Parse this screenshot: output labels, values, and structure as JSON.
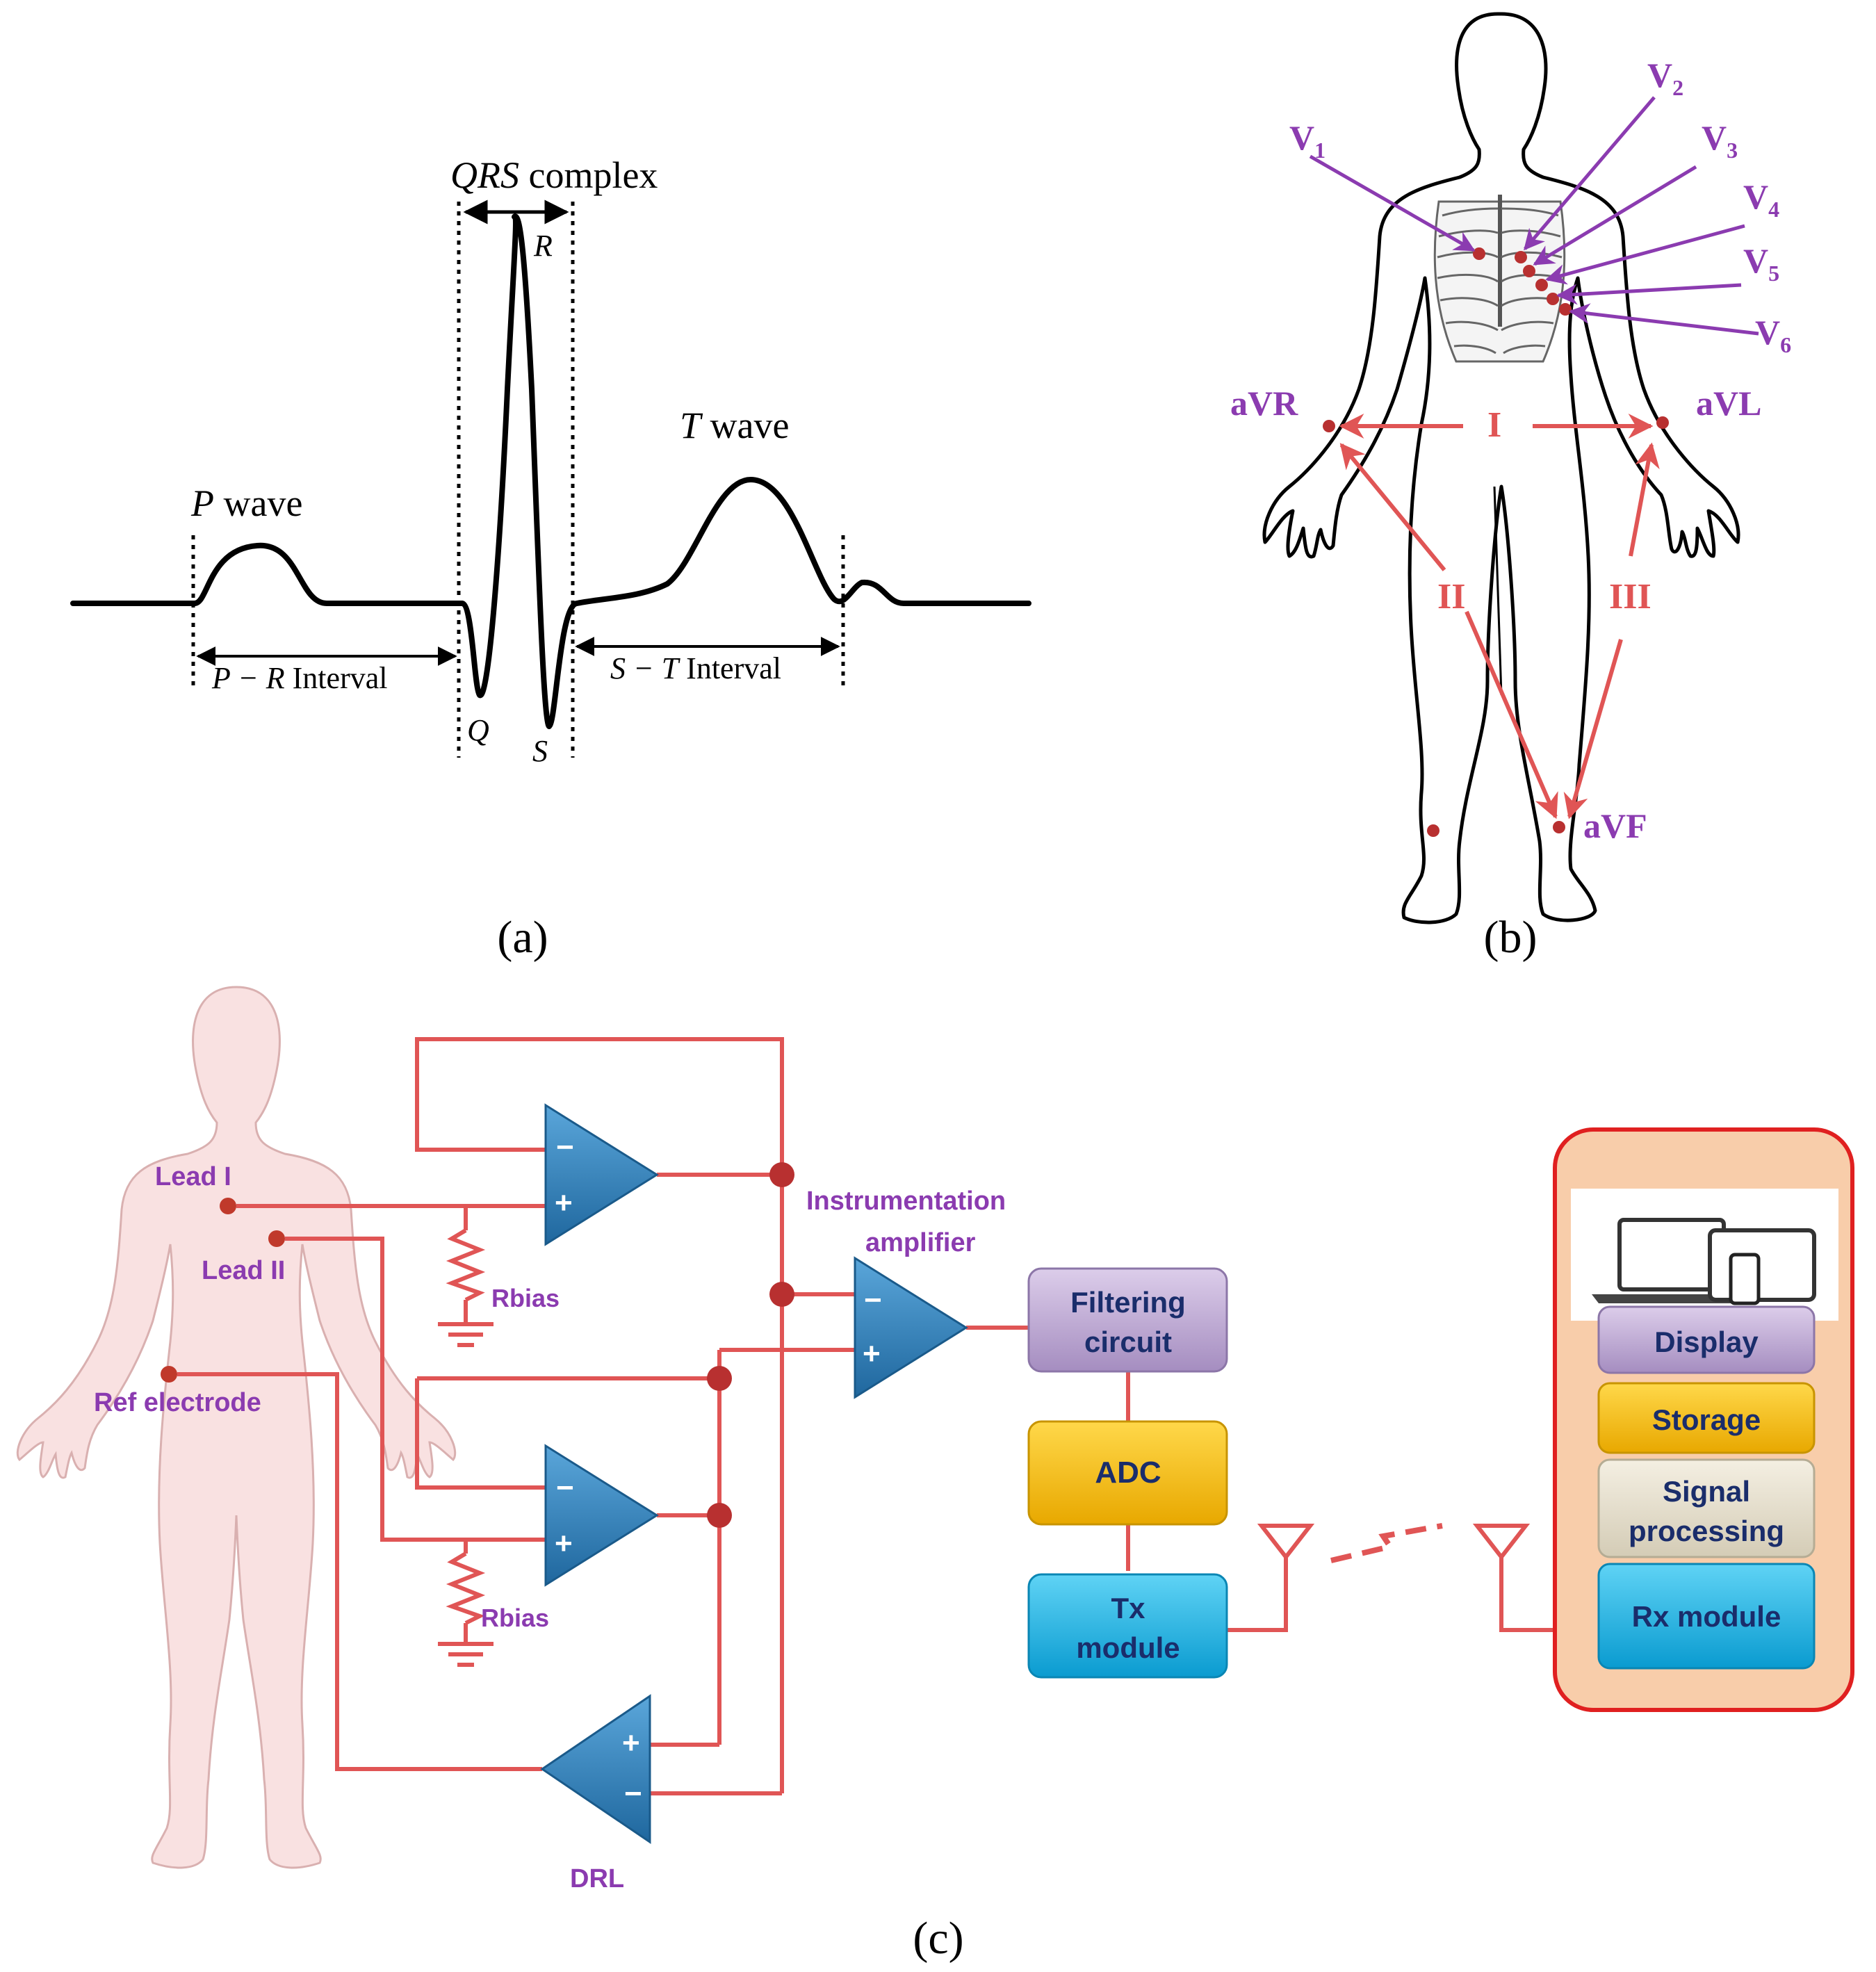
{
  "panel_a": {
    "caption": "(a)",
    "qrs_label_italic": "QRS",
    "qrs_label_rest": " complex",
    "r": "R",
    "q": "Q",
    "s": "S",
    "t_wave_italic": "T",
    "t_wave_rest": " wave",
    "p_wave_italic": "P",
    "p_wave_rest": " wave",
    "pr_italic": "P − R",
    "pr_rest": " Interval",
    "st_italic": "S − T",
    "st_rest": " Interval"
  },
  "panel_b": {
    "caption": "(b)",
    "v_labels": [
      "1",
      "2",
      "3",
      "4",
      "5",
      "6"
    ],
    "v_letter": "V",
    "avr": "aVR",
    "avl": "aVL",
    "avf": "aVF",
    "lead_i": "I",
    "lead_ii": "II",
    "lead_iii": "III",
    "colors": {
      "purple": "#8B3BB0",
      "red": "#E05555"
    }
  },
  "panel_c": {
    "caption": "(c)",
    "lead_i": "Lead I",
    "lead_ii": "Lead II",
    "ref_electrode": "Ref electrode",
    "rbias_1": "Rbias",
    "rbias_2": "Rbias",
    "instr_amp_1": "Instrumentation",
    "instr_amp_2": "amplifier",
    "drl": "DRL",
    "filter_1": "Filtering",
    "filter_2": "circuit",
    "adc": "ADC",
    "tx_1": "Tx",
    "tx_2": "module",
    "display": "Display",
    "storage": "Storage",
    "sigproc_1": "Signal",
    "sigproc_2": "processing",
    "rx": "Rx module",
    "minus": "−",
    "plus": "+",
    "colors": {
      "wire": "#E05555",
      "opamp": "#2E7DB8",
      "label_purple": "#8B3BB0",
      "body_fill": "#F9E1E1",
      "filter_box": "#C7B4D8",
      "adc_box": "#FFC400",
      "tx_box": "#16B6E8",
      "rx_panel": "#F8CDAA"
    }
  }
}
